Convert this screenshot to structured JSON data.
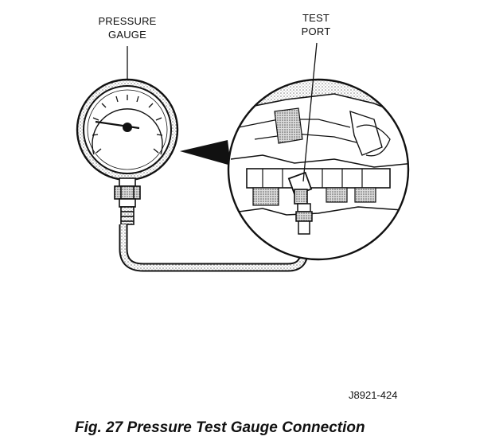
{
  "labels": {
    "pressure_gauge": [
      "PRESSURE",
      "GAUGE"
    ],
    "test_port": [
      "TEST",
      "PORT"
    ]
  },
  "figure_code": "J8921-424",
  "caption": "Fig. 27 Pressure Test Gauge Connection",
  "colors": {
    "ink": "#111111",
    "shading": "#8a8a8a",
    "background": "#ffffff"
  }
}
